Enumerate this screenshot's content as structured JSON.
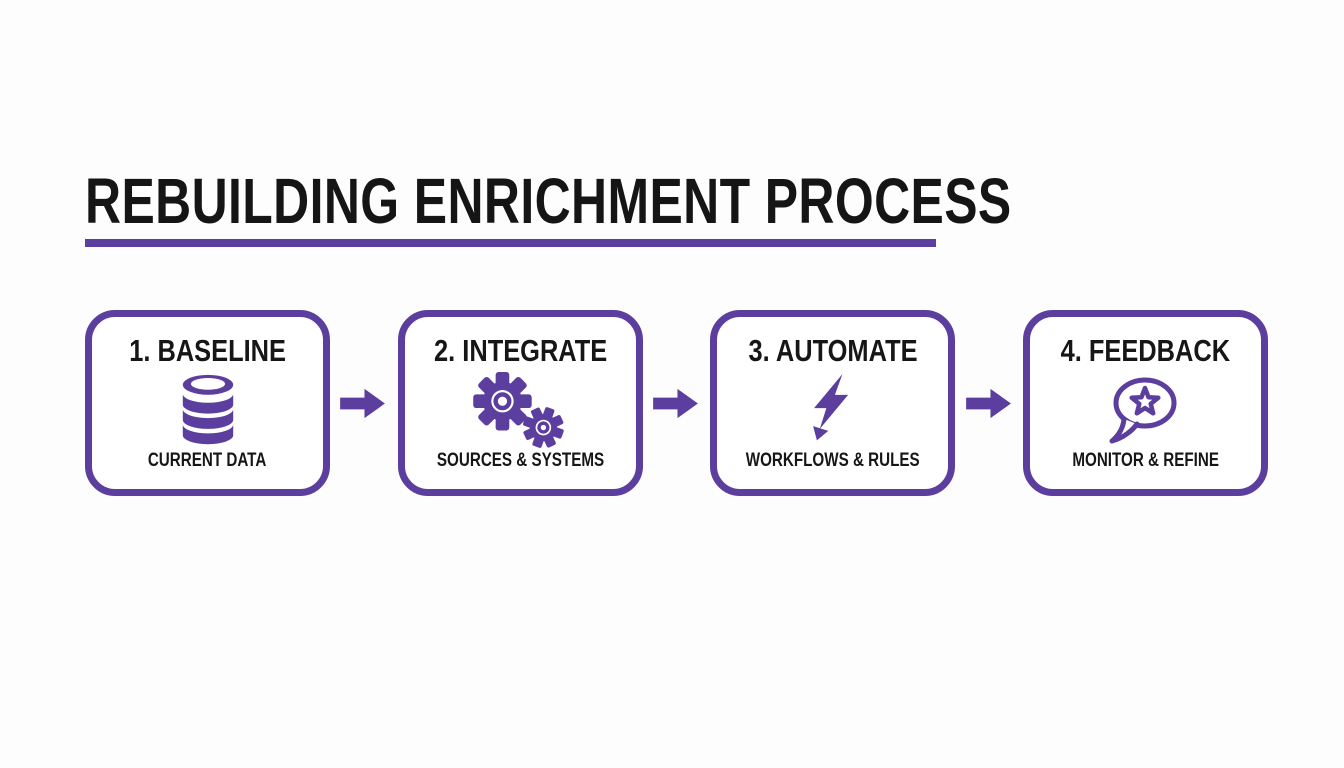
{
  "title": "REBUILDING ENRICHMENT PROCESS",
  "colors": {
    "accent": "#5B3E9E",
    "title_text": "#151515",
    "card_background": "#FFFFFF",
    "page_background": "#FDFDFD"
  },
  "steps": [
    {
      "number_label": "1. BASELINE",
      "icon": "database-icon",
      "subtitle": "CURRENT DATA"
    },
    {
      "number_label": "2. INTEGRATE",
      "icon": "gears-icon",
      "subtitle": "SOURCES & SYSTEMS"
    },
    {
      "number_label": "3. AUTOMATE",
      "icon": "lightning-bolt-icon",
      "subtitle": "WORKFLOWS & RULES"
    },
    {
      "number_label": "4. FEEDBACK",
      "icon": "speech-bubble-star-icon",
      "subtitle": "MONITOR & REFINE"
    }
  ],
  "connector": {
    "icon": "right-arrow-icon"
  }
}
